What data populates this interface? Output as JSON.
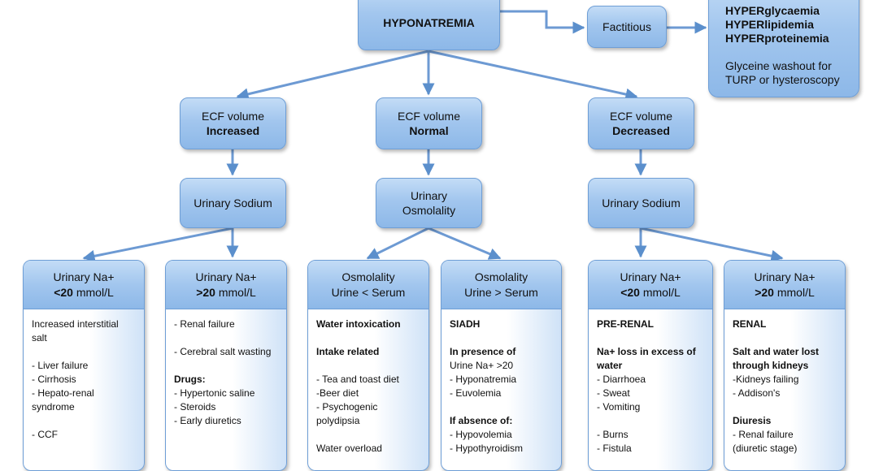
{
  "root": {
    "label": "HYPONATREMIA"
  },
  "factitious": {
    "label": "Factitious",
    "causes": [
      {
        "bold": "HYPER",
        "rest": "glycaemia"
      },
      {
        "bold": "HYPER",
        "rest": "lipidemia"
      },
      {
        "bold": "HYPER",
        "rest": "proteinemia"
      }
    ],
    "note": [
      "Glyceine washout for",
      "TURP or hysteroscopy"
    ]
  },
  "ecf": [
    {
      "line1": "ECF volume",
      "line2": "Increased"
    },
    {
      "line1": "ECF volume",
      "line2": "Normal"
    },
    {
      "line1": "ECF volume",
      "line2": "Decreased"
    }
  ],
  "tests": [
    {
      "line1": "Urinary Sodium",
      "line2": ""
    },
    {
      "line1": "Urinary",
      "line2": "Osmolality"
    },
    {
      "line1": "Urinary Sodium",
      "line2": ""
    }
  ],
  "columns": [
    {
      "h1": "Urinary Na+",
      "h2b": "<20",
      "h2r": " mmol/L",
      "lines": [
        {
          "t": "Increased interstitial",
          "b": false
        },
        {
          "t": "salt",
          "b": false
        },
        {
          "t": "",
          "b": false
        },
        {
          "t": "- Liver failure",
          "b": false
        },
        {
          "t": "- Cirrhosis",
          "b": false
        },
        {
          "t": "- Hepato-renal",
          "b": false
        },
        {
          "t": "syndrome",
          "b": false
        },
        {
          "t": "",
          "b": false
        },
        {
          "t": "- CCF",
          "b": false
        }
      ]
    },
    {
      "h1": "Urinary Na+",
      "h2b": ">20",
      "h2r": " mmol/L",
      "lines": [
        {
          "t": "- Renal failure",
          "b": false
        },
        {
          "t": "",
          "b": false
        },
        {
          "t": "- Cerebral salt wasting",
          "b": false
        },
        {
          "t": "",
          "b": false
        },
        {
          "t": "Drugs:",
          "b": true
        },
        {
          "t": "- Hypertonic saline",
          "b": false
        },
        {
          "t": "- Steroids",
          "b": false
        },
        {
          "t": "- Early diuretics",
          "b": false
        }
      ]
    },
    {
      "h1": "Osmolality",
      "h2b": "",
      "h2r": "Urine < Serum",
      "lines": [
        {
          "t": "Water intoxication",
          "b": true
        },
        {
          "t": "",
          "b": false
        },
        {
          "t": "Intake related",
          "b": true
        },
        {
          "t": "",
          "b": false
        },
        {
          "t": "- Tea and toast diet",
          "b": false
        },
        {
          "t": "-Beer diet",
          "b": false
        },
        {
          "t": "- Psychogenic",
          "b": false
        },
        {
          "t": "polydipsia",
          "b": false
        },
        {
          "t": "",
          "b": false
        },
        {
          "t": "Water overload",
          "b": false
        }
      ]
    },
    {
      "h1": "Osmolality",
      "h2b": "",
      "h2r": "Urine > Serum",
      "lines": [
        {
          "t": "SIADH",
          "b": true
        },
        {
          "t": "",
          "b": false
        },
        {
          "t": "In presence of",
          "b": true
        },
        {
          "t": "Urine Na+ >20",
          "b": false
        },
        {
          "t": "- Hyponatremia",
          "b": false
        },
        {
          "t": "- Euvolemia",
          "b": false
        },
        {
          "t": "",
          "b": false
        },
        {
          "t": "If absence of:",
          "b": true
        },
        {
          "t": "- Hypovolemia",
          "b": false
        },
        {
          "t": "- Hypothyroidism",
          "b": false
        }
      ]
    },
    {
      "h1": "Urinary Na+",
      "h2b": "<20",
      "h2r": " mmol/L",
      "lines": [
        {
          "t": "PRE-RENAL",
          "b": true
        },
        {
          "t": "",
          "b": false
        },
        {
          "t": "Na+ loss in excess of",
          "b": true
        },
        {
          "t": "water",
          "b": true
        },
        {
          "t": "- Diarrhoea",
          "b": false
        },
        {
          "t": "- Sweat",
          "b": false
        },
        {
          "t": "- Vomiting",
          "b": false
        },
        {
          "t": "",
          "b": false
        },
        {
          "t": "- Burns",
          "b": false
        },
        {
          "t": "- Fistula",
          "b": false
        }
      ]
    },
    {
      "h1": "Urinary Na+",
      "h2b": ">20",
      "h2r": " mmol/L",
      "lines": [
        {
          "t": "RENAL",
          "b": true
        },
        {
          "t": "",
          "b": false
        },
        {
          "t": "Salt and water lost",
          "b": true
        },
        {
          "t": "through kidneys",
          "b": true
        },
        {
          "t": "-Kidneys failing",
          "b": false
        },
        {
          "t": "- Addison's",
          "b": false
        },
        {
          "t": "",
          "b": false
        },
        {
          "t": "Diuresis",
          "b": true
        },
        {
          "t": "- Renal failure",
          "b": false
        },
        {
          "t": "(diuretic stage)",
          "b": false
        }
      ]
    }
  ]
}
